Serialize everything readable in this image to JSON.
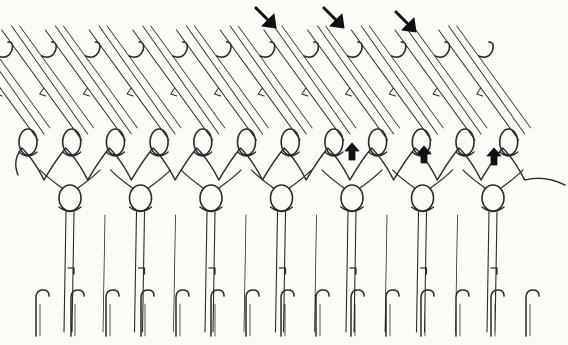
{
  "figure": {
    "kind": "knitting-machine stitch formation schematic",
    "colors": {
      "ink": "#2a2a2a",
      "paper": "#fbfbf7",
      "arrow": "#111111"
    },
    "needle_columns": 12,
    "lower_needle_count": 15,
    "hook_motion": [
      {
        "column": 6,
        "direction": "up",
        "icon": "arrow-up-icon"
      },
      {
        "column": 8,
        "direction": "up",
        "icon": "arrow-up-icon"
      },
      {
        "column": 10,
        "direction": "up",
        "icon": "arrow-up-icon"
      }
    ],
    "press_arrows": [
      {
        "column": 5,
        "direction": "down-right",
        "icon": "arrow-down-right-icon"
      },
      {
        "column": 7,
        "direction": "down-right",
        "icon": "arrow-down-right-icon"
      },
      {
        "column": 9,
        "direction": "down-right",
        "icon": "arrow-down-right-icon"
      }
    ]
  }
}
